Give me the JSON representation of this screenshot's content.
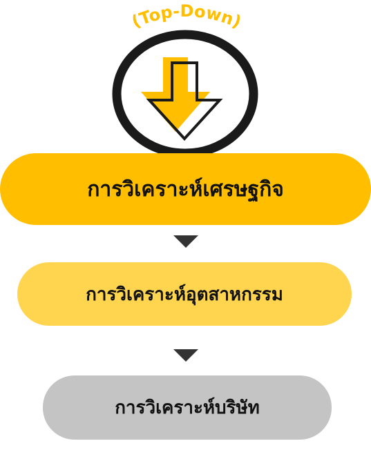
{
  "header": {
    "title": "(Top-Down)",
    "icon": "down-arrow-icon",
    "accent_color": "#FFBE00",
    "ring_color": "#1a1a1a"
  },
  "steps": [
    {
      "label": "การวิเคราะห์เศรษฐกิจ",
      "color": "#FFBE00"
    },
    {
      "label": "การวิเคราะห์อุตสาหกรรม",
      "color": "#FFD54F"
    },
    {
      "label": "การวิเคราะห์บริษัท",
      "color": "#C4C4C4"
    }
  ],
  "connector_icon": "triangle-down-icon"
}
